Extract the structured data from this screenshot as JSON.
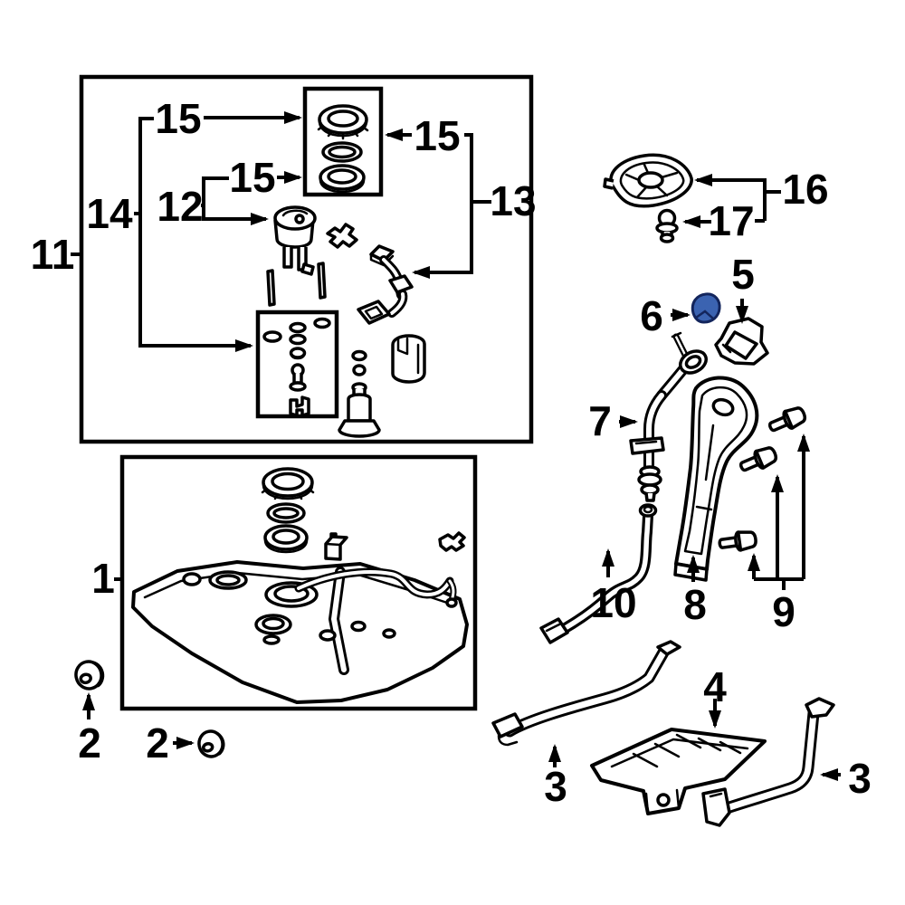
{
  "diagram": {
    "type": "exploded-parts-diagram",
    "subject": "fuel-tank-and-filler-assembly",
    "colors": {
      "background": "#ffffff",
      "line": "#000000",
      "highlight_fill": "#3b63b1",
      "highlight_stroke": "#13255c"
    },
    "highlighted_callout": "6",
    "callouts": {
      "c1": "1",
      "c2a": "2",
      "c2b": "2",
      "c3a": "3",
      "c3b": "3",
      "c4": "4",
      "c5": "5",
      "c6": "6",
      "c7": "7",
      "c8": "8",
      "c9": "9",
      "c10": "10",
      "c11": "11",
      "c12": "12",
      "c13": "13",
      "c14": "14",
      "c15a": "15",
      "c15b": "15",
      "c15c": "15",
      "c16": "16",
      "c17": "17"
    }
  }
}
